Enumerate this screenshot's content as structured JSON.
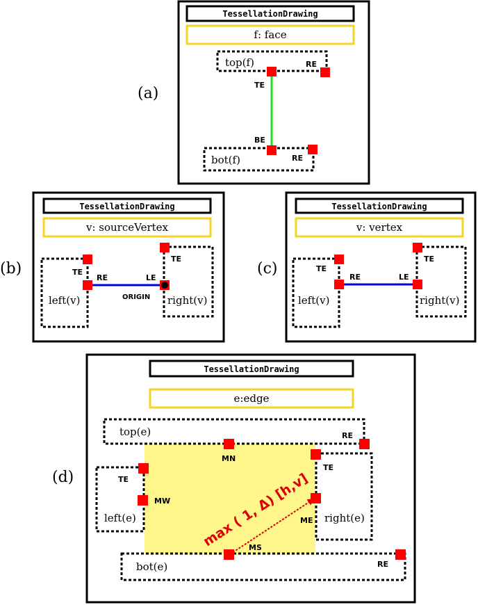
{
  "panels": {
    "a": {
      "tag": "(a)",
      "header": "TessellationDrawing",
      "object": "f: face",
      "top_label": "top(f)",
      "top_re": "RE",
      "te": "TE",
      "be": "BE",
      "bot_label": "bot(f)",
      "bot_re": "RE"
    },
    "b": {
      "tag": "(b)",
      "header": "TessellationDrawing",
      "object": "v: sourceVertex",
      "left_te": "TE",
      "re": "RE",
      "le": "LE",
      "right_te": "TE",
      "origin": "ORIGIN",
      "left_label": "left(v)",
      "right_label": "right(v)"
    },
    "c": {
      "tag": "(c)",
      "header": "TessellationDrawing",
      "object": "v: vertex",
      "left_te": "TE",
      "re": "RE",
      "le": "LE",
      "right_te": "TE",
      "left_label": "left(v)",
      "right_label": "right(v)"
    },
    "d": {
      "tag": "(d)",
      "header": "TessellationDrawing",
      "object": "e:edge",
      "top_label": "top(e)",
      "top_re": "RE",
      "mn": "MN",
      "left_te": "TE",
      "mw": "MW",
      "left_label": "left(e)",
      "right_te": "TE",
      "me": "ME",
      "right_label": "right(e)",
      "ms": "MS",
      "bot_label": "bot(e)",
      "bot_re": "RE",
      "formula": "max ( 1, Δ)  [h,v]"
    }
  },
  "colors": {
    "frame": "#000000",
    "object_box": "#f5d327",
    "port": "#ff0000",
    "green_edge": "#22dd22",
    "blue_edge": "#0000dd",
    "highlight": "#fff68c",
    "formula": "#dd0000"
  }
}
